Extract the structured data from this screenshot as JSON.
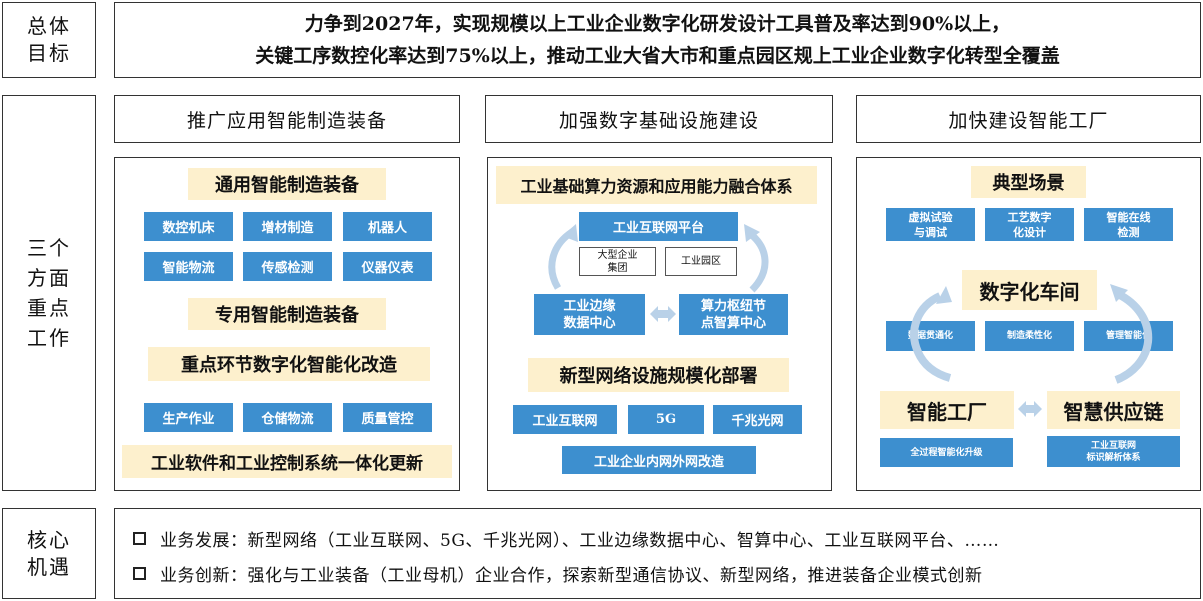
{
  "goal": {
    "label": "总体\n目标",
    "line1": "力争到2027年，实现规模以上工业企业数字化研发设计工具普及率达到90%以上，",
    "line2": "关键工序数控化率达到75%以上，推动工业大省大市和重点园区规上工业企业数字化转型全覆盖"
  },
  "work": {
    "label": "三个\n方面\n重点\n工作",
    "col1": {
      "head": "推广应用智能制造装备",
      "general_title": "通用智能制造装备",
      "general_items": [
        "数控机床",
        "增材制造",
        "机器人",
        "智能物流",
        "传感检测",
        "仪器仪表"
      ],
      "special_title": "专用智能制造装备",
      "retrofit_title": "重点环节数字化智能化改造",
      "retrofit_items": [
        "生产作业",
        "仓储物流",
        "质量管控"
      ],
      "software_title": "工业软件和工业控制系统一体化更新"
    },
    "col2": {
      "head": "加强数字基础设施建设",
      "compute_title": "工业基础算力资源和应用能力融合体系",
      "platform": "工业互联网平台",
      "enterprise": "大型企业\n集团",
      "park": "工业园区",
      "edge_dc": "工业边缘\n数据中心",
      "hub": "算力枢纽节\n点智算中心",
      "network_title": "新型网络设施规模化部署",
      "network_items": [
        "工业互联网",
        "5G",
        "千兆光网"
      ],
      "network_bottom": "工业企业内网外网改造"
    },
    "col3": {
      "head": "加快建设智能工厂",
      "scenes_title": "典型场景",
      "scenes": [
        "虚拟试验\n与调试",
        "工艺数字\n化设计",
        "智能在线\n检测"
      ],
      "workshop_title": "数字化车间",
      "workshop_items": [
        "数据贯通化",
        "制造柔性化",
        "管理智能化"
      ],
      "factory_title": "智能工厂",
      "supply_title": "智慧供应链",
      "factory_item": "全过程智能化升级",
      "supply_item": "工业互联网\n标识解析体系"
    }
  },
  "opportunity": {
    "label": "核心\n机遇",
    "line1": "业务发展：新型网络（工业互联网、5G、千兆光网）、工业边缘数据中心、智算中心、工业互联网平台、……",
    "line2": "业务创新：强化与工业装备（工业母机）企业合作，探索新型通信协议、新型网络，推进装备企业模式创新"
  },
  "colors": {
    "blue": "#3d8fcf",
    "tan": "#fdf0cd",
    "arrow": "#b9d1e8",
    "border": "#333333"
  }
}
